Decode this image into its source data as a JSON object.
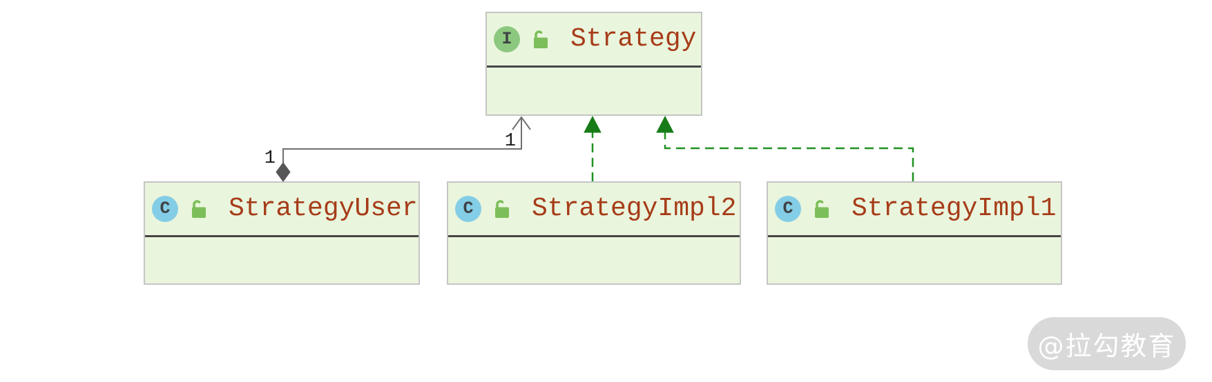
{
  "diagram": {
    "type": "uml-class-diagram",
    "nodes": [
      {
        "id": "strategy",
        "kind": "interface",
        "badge": "I",
        "name": "Strategy",
        "lock_icon": "unlocked-padlock-icon"
      },
      {
        "id": "strategyUser",
        "kind": "class",
        "badge": "C",
        "name": "StrategyUser",
        "lock_icon": "unlocked-padlock-icon"
      },
      {
        "id": "strategyImpl2",
        "kind": "class",
        "badge": "C",
        "name": "StrategyImpl2",
        "lock_icon": "unlocked-padlock-icon"
      },
      {
        "id": "strategyImpl1",
        "kind": "class",
        "badge": "C",
        "name": "StrategyImpl1",
        "lock_icon": "unlocked-padlock-icon"
      }
    ],
    "edges": [
      {
        "type": "aggregation",
        "from": "StrategyUser",
        "to": "Strategy",
        "labels": [
          "1",
          "1"
        ]
      },
      {
        "type": "realization",
        "from": "StrategyImpl2",
        "to": "Strategy",
        "labels": []
      },
      {
        "type": "realization",
        "from": "StrategyImpl1",
        "to": "Strategy",
        "labels": []
      }
    ],
    "colors": {
      "node_fill": "#eaf5dd",
      "node_border": "#c5c5c5",
      "compartment_separator": "#454545",
      "name_text": "#a63c18",
      "interface_badge": "#8cc87f",
      "class_badge": "#84cde6",
      "lock_green": "#7cbf5a",
      "association_gray": "#6f6f6f",
      "aggregation_diamond": "#565656",
      "realization_green": "#1f9120"
    }
  },
  "watermark": {
    "text": "@拉勾教育"
  }
}
